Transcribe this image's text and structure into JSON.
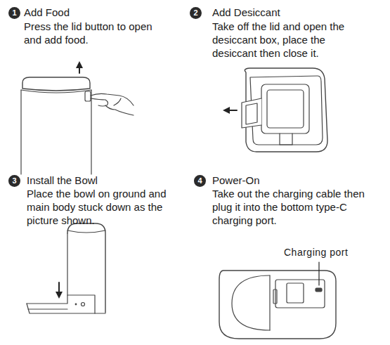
{
  "diagram": {
    "nodes": [
      {
        "text": [
          "1"
        ]
      },
      {
        "text": [
          "2"
        ]
      },
      {
        "text": [
          "3"
        ]
      },
      {
        "text": [
          "4"
        ]
      }
    ],
    "labels": [
      "Add Food",
      "Press the lid button to open and add food.",
      "Add Desiccant",
      "Take off the lid and open the desiccant box, place the desiccant then close it.",
      "Install the Bowl",
      "Place the bowl on ground and main body stuck down as the picture shown.",
      "Power-On",
      "Take out the charging cable then plug it into the bottom type-C charging port.",
      "Charging port"
    ]
  }
}
